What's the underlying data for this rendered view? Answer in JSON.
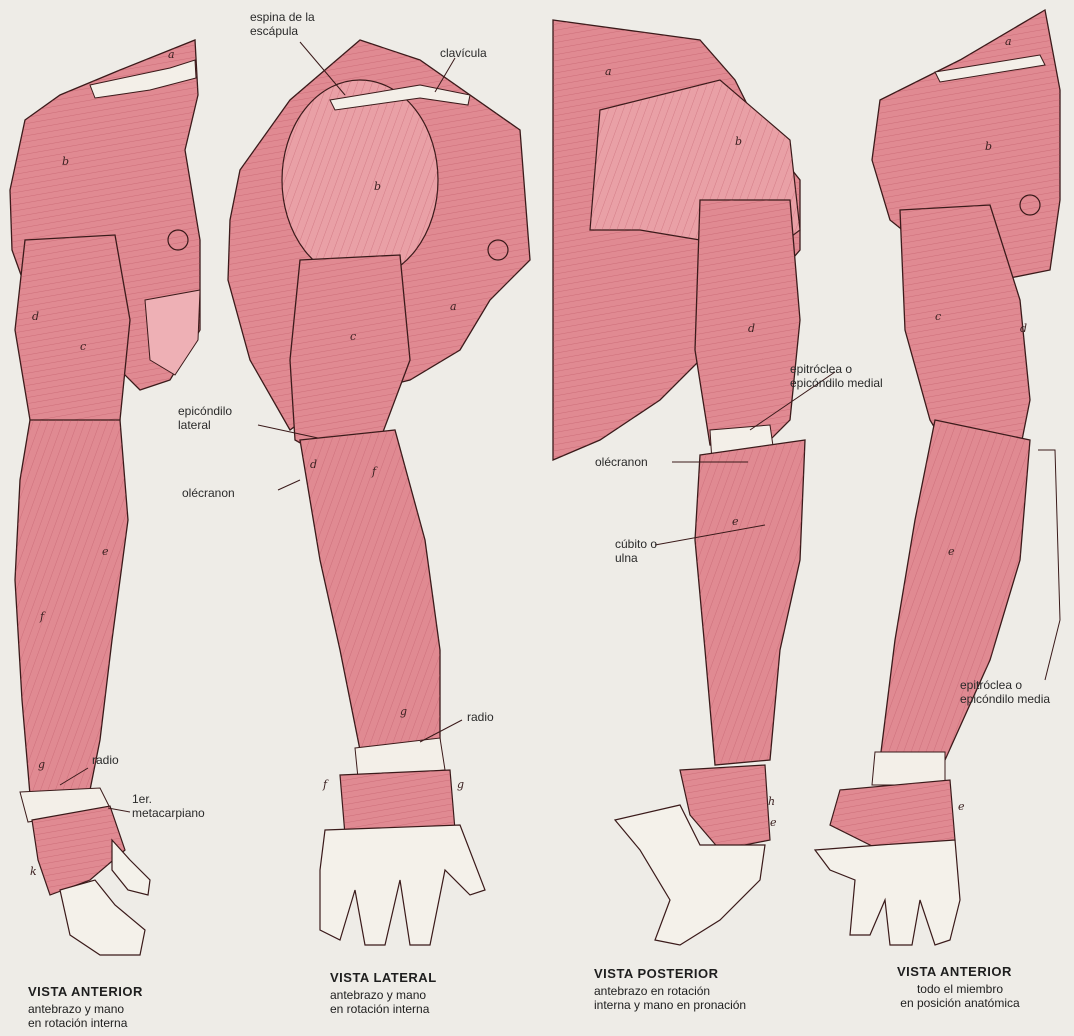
{
  "labels": {
    "espina": "espina de la\nescápula",
    "clavicula": "clavícula",
    "epicondilo_lateral": "epicóndilo\nlateral",
    "olecranon_lateral": "olécranon",
    "epitroclea_posterior": "epitróclea o\nepicóndilo medial",
    "olecranon_posterior": "olécranon",
    "cubito": "cúbito o\nulna",
    "radio_lateral": "radio",
    "radio_anterior": "radio",
    "metacarpiano": "1er.\nmetacarpiano",
    "epitroclea_anterior": "epitróclea o\nepicóndilo media"
  },
  "captions": [
    {
      "title": "VISTA ANTERIOR",
      "subtitle": "antebrazo y mano\nen rotación interna"
    },
    {
      "title": "VISTA LATERAL",
      "subtitle": "antebrazo y mano\nen rotación interna"
    },
    {
      "title": "VISTA POSTERIOR",
      "subtitle": "antebrazo en rotación\ninterna y mano en pronación"
    },
    {
      "title": "VISTA ANTERIOR",
      "subtitle": "todo el miembro\nen posición anatómica"
    }
  ],
  "muscle_letters": [
    "a",
    "b",
    "c",
    "d",
    "e",
    "f",
    "g",
    "h",
    "k"
  ],
  "colors": {
    "muscle_fill": "#e08a92",
    "muscle_dark": "#c85a68",
    "muscle_light": "#eeb0b5",
    "outline": "#3a1a1a",
    "band": "#f3efe8",
    "hand": "#f4f1ea",
    "background": "#eeece7"
  }
}
